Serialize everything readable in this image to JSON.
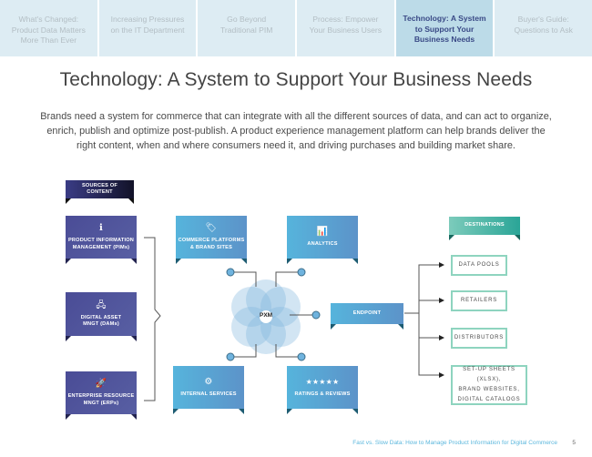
{
  "nav": {
    "tabs": [
      {
        "label": "What's Changed:\nProduct Data Matters\nMore Than Ever",
        "active": false
      },
      {
        "label": "Increasing Pressures\non the IT Department",
        "active": false
      },
      {
        "label": "Go Beyond\nTraditional PIM",
        "active": false
      },
      {
        "label": "Process: Empower\nYour Business Users",
        "active": false
      },
      {
        "label": "Technology: A System\nto Support Your\nBusiness Needs",
        "active": true
      },
      {
        "label": "Buyer's Guide:\nQuestions to Ask",
        "active": false
      }
    ]
  },
  "page": {
    "title": "Technology: A System to Support Your Business Needs",
    "intro": "Brands need a system for commerce that can integrate with all the different sources of data, and can act to organize, enrich, publish and optimize post-publish. A product experience management platform can help brands deliver the right content, when and where consumers need it, and driving purchases and building market share."
  },
  "diagram": {
    "sources_header": "SOURCES OF\nCONTENT",
    "sources": [
      {
        "label": "PRODUCT INFORMATION\nMANAGEMENT (PIMs)",
        "icon": "info-circle-icon",
        "glyph": "ℹ"
      },
      {
        "label": "DIGITAL ASSET\nMNGT (DAMs)",
        "icon": "network-icon",
        "glyph": "🖧"
      },
      {
        "label": "ENTERPRISE RESOURCE\nMNGT (ERPs)",
        "icon": "rocket-icon",
        "glyph": "🚀"
      }
    ],
    "hub": {
      "label": "PXM",
      "nodes": [
        {
          "label": "COMMERCE PLATFORMS\n& BRAND SITES",
          "icon": "tag-icon",
          "glyph": "🏷"
        },
        {
          "label": "ANALYTICS",
          "icon": "bar-chart-icon",
          "glyph": "📊"
        },
        {
          "label": "INTERNAL SERVICES",
          "icon": "gear-icon",
          "glyph": "⚙"
        },
        {
          "label": "RATINGS & REVIEWS",
          "icon": "stars-icon",
          "glyph": "★★★★★"
        }
      ],
      "endpoint": "ENDPOINT"
    },
    "destinations_header": "DESTINATIONS",
    "destinations": [
      "DATA POOLS",
      "RETAILERS",
      "DISTRIBUTORS",
      "SET-UP SHEETS (XLSX),\nBRAND WEBSITES,\nDIGITAL CATALOGS"
    ]
  },
  "footer": {
    "title": "Fast vs. Slow Data: How to Manage Product Information for Digital Commerce",
    "page_number": "5"
  }
}
